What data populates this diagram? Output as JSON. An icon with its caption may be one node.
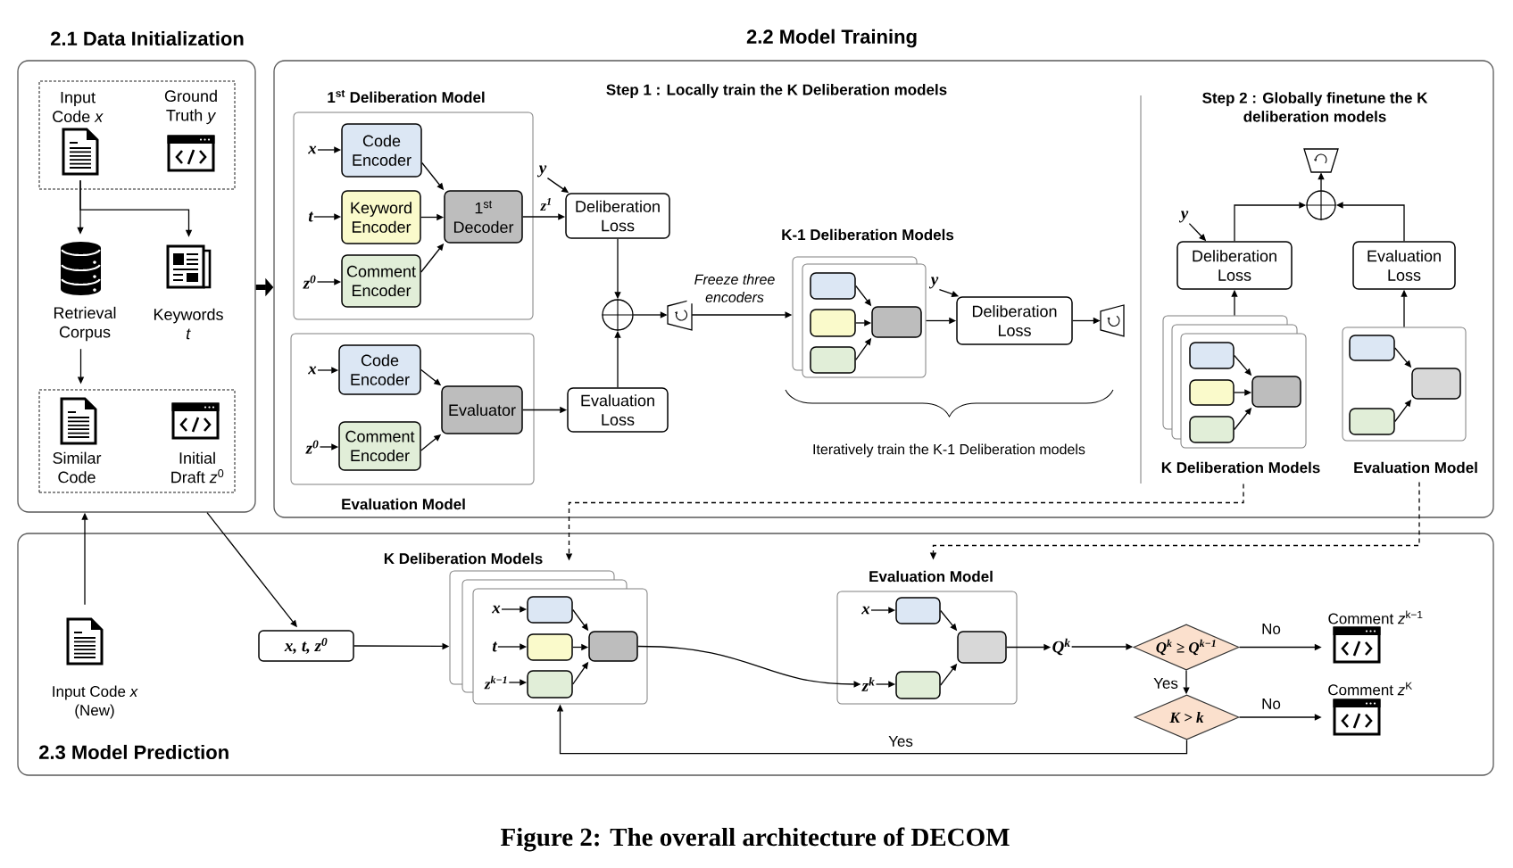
{
  "diagram": {
    "caption": "Figure 2: The overall architecture of DECOM",
    "nodes": [
      {
        "text": [
          "2.1 Data Initialization"
        ]
      },
      {
        "text": [],
        "shape": "box",
        "in": 0
      },
      {
        "text": [
          "Input Code *x*"
        ],
        "in": 1
      },
      {
        "text": [
          "Ground Truth *y*"
        ],
        "in": 1
      },
      {
        "text": [
          "Retrieval Corpus"
        ],
        "in": 0
      },
      {
        "text": [
          "Keywords *t*"
        ],
        "in": 0
      },
      {
        "text": [],
        "shape": "box",
        "in": 0
      },
      {
        "text": [
          "Similar Code"
        ],
        "in": 6
      },
      {
        "text": [
          "Initial Draft *z*$^{0}$"
        ],
        "in": 6
      },
      {
        "text": [
          "2.2 Model Training"
        ]
      },
      {
        "text": [
          "1$^{st}$ Deliberation Model"
        ],
        "in": 9
      },
      {
        "text": [
          "x"
        ],
        "in": 10
      },
      {
        "text": [
          "Code Encoder"
        ],
        "in": 10
      },
      {
        "text": [
          "t"
        ],
        "in": 10
      },
      {
        "text": [
          "Keyword Encoder"
        ],
        "in": 10
      },
      {
        "text": [
          "z$^{0}$"
        ],
        "in": 10
      },
      {
        "text": [
          "Comment Encoder"
        ],
        "in": 10
      },
      {
        "text": [
          "1$^{st}$ Decoder"
        ],
        "in": 10
      },
      {
        "text": [
          "y"
        ],
        "in": 9
      },
      {
        "text": [
          "Deliberation Loss"
        ],
        "in": 9
      },
      {
        "text": [],
        "shape": "circle",
        "in": 9
      },
      {
        "text": [
          "Evaluation Model"
        ],
        "in": 9
      },
      {
        "text": [
          "x"
        ],
        "in": 21
      },
      {
        "text": [
          "Code Encoder"
        ],
        "in": 21
      },
      {
        "text": [
          "z$^{0}$"
        ],
        "in": 21
      },
      {
        "text": [
          "Comment Encoder"
        ],
        "in": 21
      },
      {
        "text": [
          "Evaluator"
        ],
        "in": 21
      },
      {
        "text": [
          "Evaluation Loss"
        ],
        "in": 9
      },
      {
        "text": [],
        "shape": "trapezoid",
        "in": 9
      },
      {
        "text": [
          "K-1 Deliberation Models"
        ],
        "in": 9
      },
      {
        "text": [],
        "shape": "box",
        "in": 29
      },
      {
        "text": [],
        "shape": "box",
        "in": 29
      },
      {
        "text": [],
        "shape": "box",
        "in": 29
      },
      {
        "text": [],
        "shape": "box",
        "in": 29
      },
      {
        "text": [
          "y"
        ],
        "in": 9
      },
      {
        "text": [
          "Deliberation Loss"
        ],
        "in": 9
      },
      {
        "text": [],
        "shape": "trapezoid",
        "in": 9
      },
      {
        "text": [],
        "shape": "trapezoid",
        "in": 9
      },
      {
        "text": [],
        "shape": "circle",
        "in": 9
      },
      {
        "text": [
          "y"
        ],
        "in": 9
      },
      {
        "text": [
          "Deliberation Loss"
        ],
        "in": 9
      },
      {
        "text": [
          "Evaluation Loss"
        ],
        "in": 9
      },
      {
        "text": [
          "K Deliberation Models"
        ],
        "in": 9
      },
      {
        "text": [],
        "shape": "box",
        "in": 42
      },
      {
        "text": [],
        "shape": "box",
        "in": 42
      },
      {
        "text": [],
        "shape": "box",
        "in": 42
      },
      {
        "text": [],
        "shape": "box",
        "in": 42
      },
      {
        "text": [
          "Evaluation Model"
        ],
        "in": 9
      },
      {
        "text": [],
        "shape": "box",
        "in": 47
      },
      {
        "text": [],
        "shape": "box",
        "in": 47
      },
      {
        "text": [],
        "shape": "box",
        "in": 47
      },
      {
        "text": [
          "2.3 Model Prediction"
        ]
      },
      {
        "text": [
          "Input Code *x* (New)"
        ],
        "in": 51
      },
      {
        "text": [
          "x, t, z$^{0}$"
        ],
        "in": 51
      },
      {
        "text": [
          "K Deliberation Models"
        ],
        "in": 51
      },
      {
        "text": [
          "x"
        ],
        "in": 54
      },
      {
        "text": [],
        "shape": "box",
        "in": 54
      },
      {
        "text": [
          "t"
        ],
        "in": 54
      },
      {
        "text": [],
        "shape": "box",
        "in": 54
      },
      {
        "text": [
          "z$^{k−1}$"
        ],
        "in": 54
      },
      {
        "text": [],
        "shape": "box",
        "in": 54
      },
      {
        "text": [],
        "shape": "box",
        "in": 54
      },
      {
        "text": [
          "Evaluation Model"
        ],
        "in": 51
      },
      {
        "text": [
          "x"
        ],
        "in": 62
      },
      {
        "text": [],
        "shape": "box",
        "in": 62
      },
      {
        "text": [
          "z$^{k}$"
        ],
        "in": 62
      },
      {
        "text": [],
        "shape": "box",
        "in": 62
      },
      {
        "text": [],
        "shape": "box",
        "in": 62
      },
      {
        "text": [
          "Q$^{k}$"
        ],
        "in": 51
      },
      {
        "text": [
          "Q$^{k}$ ≥ Q$^{k−1}$"
        ],
        "in": 51
      },
      {
        "text": [
          "K > k"
        ],
        "in": 51
      },
      {
        "text": [
          "Comment *z*$^{k−1}$"
        ],
        "in": 51
      },
      {
        "text": [
          "Comment *z*$^{K}$"
        ],
        "in": 51
      }
    ],
    "edges": [
      {
        "from": 2,
        "to": 4,
        "arrow": "to"
      },
      {
        "from": 2,
        "to": 5,
        "arrow": "to"
      },
      {
        "from": 4,
        "to": 6,
        "arrow": "to"
      },
      {
        "from": 0,
        "to": 9,
        "arrow": "to",
        "style": "thick"
      },
      {
        "from": 11,
        "to": 12,
        "arrow": "to"
      },
      {
        "from": 13,
        "to": 14,
        "arrow": "to"
      },
      {
        "from": 15,
        "to": 16,
        "arrow": "to"
      },
      {
        "from": 12,
        "to": 17,
        "arrow": "to"
      },
      {
        "from": 14,
        "to": 17,
        "arrow": "to"
      },
      {
        "from": 16,
        "to": 17,
        "arrow": "to"
      },
      {
        "from": 17,
        "to": 19,
        "arrow": "to",
        "label": "z$^{1}$"
      },
      {
        "from": 18,
        "to": 19,
        "arrow": "to"
      },
      {
        "from": 19,
        "to": 20,
        "arrow": "to"
      },
      {
        "from": 27,
        "to": 20,
        "arrow": "to"
      },
      {
        "from": 20,
        "to": 28,
        "arrow": "to"
      },
      {
        "from": 22,
        "to": 23,
        "arrow": "to"
      },
      {
        "from": 24,
        "to": 25,
        "arrow": "to"
      },
      {
        "from": 23,
        "to": 26,
        "arrow": "to"
      },
      {
        "from": 25,
        "to": 26,
        "arrow": "to"
      },
      {
        "from": 26,
        "to": 27,
        "arrow": "to"
      },
      {
        "from": 28,
        "to": 29,
        "arrow": "to",
        "label": "Freeze three encoders"
      },
      {
        "from": 30,
        "to": 33,
        "arrow": "to"
      },
      {
        "from": 31,
        "to": 33,
        "arrow": "to"
      },
      {
        "from": 32,
        "to": 33,
        "arrow": "to"
      },
      {
        "from": 29,
        "to": 35,
        "arrow": "to"
      },
      {
        "from": 34,
        "to": 35,
        "arrow": "to"
      },
      {
        "from": 35,
        "to": 36,
        "arrow": "to"
      },
      {
        "from": 40,
        "to": 38,
        "arrow": "to"
      },
      {
        "from": 41,
        "to": 38,
        "arrow": "to"
      },
      {
        "from": 38,
        "to": 37,
        "arrow": "to"
      },
      {
        "from": 39,
        "to": 40,
        "arrow": "to"
      },
      {
        "from": 42,
        "to": 40,
        "arrow": "to"
      },
      {
        "from": 43,
        "to": 46,
        "arrow": "to"
      },
      {
        "from": 44,
        "to": 46,
        "arrow": "to"
      },
      {
        "from": 45,
        "to": 46,
        "arrow": "to"
      },
      {
        "from": 47,
        "to": 41,
        "arrow": "to"
      },
      {
        "from": 48,
        "to": 49,
        "arrow": "to"
      },
      {
        "from": 50,
        "to": 49,
        "arrow": "to"
      },
      {
        "from": 42,
        "to": 54,
        "arrow": "to",
        "style": "dashed"
      },
      {
        "from": 47,
        "to": 62,
        "arrow": "to",
        "style": "dashed"
      },
      {
        "from": 52,
        "to": 0,
        "arrow": "to"
      },
      {
        "from": 0,
        "to": 53,
        "arrow": "to"
      },
      {
        "from": 53,
        "to": 54,
        "arrow": "to"
      },
      {
        "from": 55,
        "to": 56,
        "arrow": "to"
      },
      {
        "from": 57,
        "to": 58,
        "arrow": "to"
      },
      {
        "from": 59,
        "to": 60,
        "arrow": "to"
      },
      {
        "from": 56,
        "to": 61,
        "arrow": "to"
      },
      {
        "from": 58,
        "to": 61,
        "arrow": "to"
      },
      {
        "from": 60,
        "to": 61,
        "arrow": "to"
      },
      {
        "from": 61,
        "to": 65,
        "arrow": "to"
      },
      {
        "from": 63,
        "to": 64,
        "arrow": "to"
      },
      {
        "from": 65,
        "to": 66,
        "arrow": "to"
      },
      {
        "from": 64,
        "to": 67,
        "arrow": "to"
      },
      {
        "from": 66,
        "to": 67,
        "arrow": "to"
      },
      {
        "from": 67,
        "to": 68,
        "arrow": "to"
      },
      {
        "from": 68,
        "to": 69,
        "arrow": "to"
      },
      {
        "from": 69,
        "to": 71,
        "arrow": "to",
        "label": "No"
      },
      {
        "from": 69,
        "to": 70,
        "arrow": "to",
        "label": "Yes"
      },
      {
        "from": 70,
        "to": 72,
        "arrow": "to",
        "label": "No"
      },
      {
        "from": 70,
        "to": 54,
        "arrow": "to",
        "label": "Yes"
      }
    ],
    "labels": [
      "Step 1 : Locally train the K Deliberation models",
      "Step 2 : Globally finetune the K deliberation models",
      "Iteratively train the K-1 Deliberation models"
    ]
  }
}
